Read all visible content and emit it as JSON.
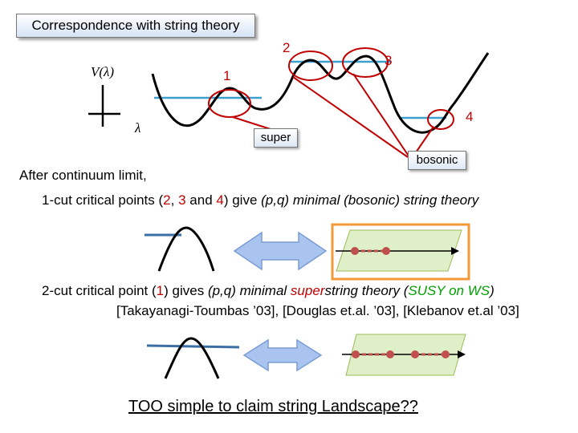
{
  "title": "Correspondence with string theory",
  "potential": {
    "axis_label": "V(λ)",
    "lambda_label": "λ",
    "points": [
      "1",
      "2",
      "3",
      "4"
    ]
  },
  "labels": {
    "super": "super",
    "bosonic": "bosonic"
  },
  "text": {
    "after_limit": "After continuum limit,",
    "one_cut": {
      "prefix": "1-cut critical points (",
      "p2": "2",
      "sep1": ", ",
      "p3": "3",
      "and": " and ",
      "p4": "4",
      "mid": ") give ",
      "theory": "(p,q) minimal (bosonic) string theory"
    },
    "two_cut": {
      "prefix": "2-cut critical point (",
      "p1": "1",
      "mid": ") gives ",
      "pq": "(p,q) minimal ",
      "super_part": "super",
      "rest": "string theory (",
      "susy": "SUSY on WS",
      "close": ")"
    },
    "references": "[Takayanagi-Toumbas ’03], [Douglas et.al. ’03], [Klebanov et.al ’03]",
    "conclusion": "TOO simple to claim string Landscape??"
  },
  "colors": {
    "highlight_red": "#c00000",
    "level_blue": "#3aa0d0",
    "arrow_blue": "#a9c4ee",
    "box_orange": "#f29a3a",
    "sheet_green": "#dff0c8",
    "dot_red": "#c0504d",
    "susy_green": "#00a000"
  }
}
